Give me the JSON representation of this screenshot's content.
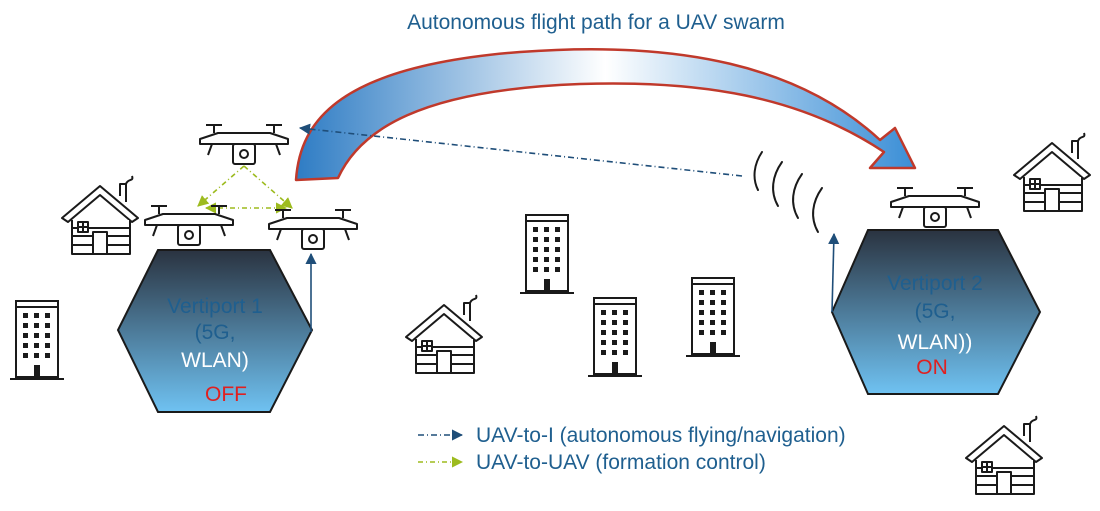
{
  "title": "Autonomous flight path for a UAV swarm",
  "vertiports": [
    {
      "lines": [
        "Vertiport 1",
        "(5G,",
        "WLAN)"
      ],
      "status": "OFF"
    },
    {
      "lines": [
        "Vertiport 2",
        "(5G,",
        "WLAN))"
      ],
      "status": "ON"
    }
  ],
  "legend": [
    {
      "text": "UAV-to-I (autonomous flying/navigation)"
    },
    {
      "text": "UAV-to-UAV (formation control)"
    }
  ],
  "colors": {
    "text_blue": "#1f5f8f",
    "link_infra": "#1f4e79",
    "link_uav": "#9dbb1f",
    "status_red": "#e02020",
    "arrow_outline": "#c0392b",
    "hex_top": "#2a3340",
    "hex_bottom": "#6fc2f2",
    "icon_stroke": "#1a1a1a"
  },
  "icons": [
    "drone-icon",
    "house-icon",
    "building-icon",
    "wireless-signal-icon",
    "curved-arrow-icon"
  ]
}
